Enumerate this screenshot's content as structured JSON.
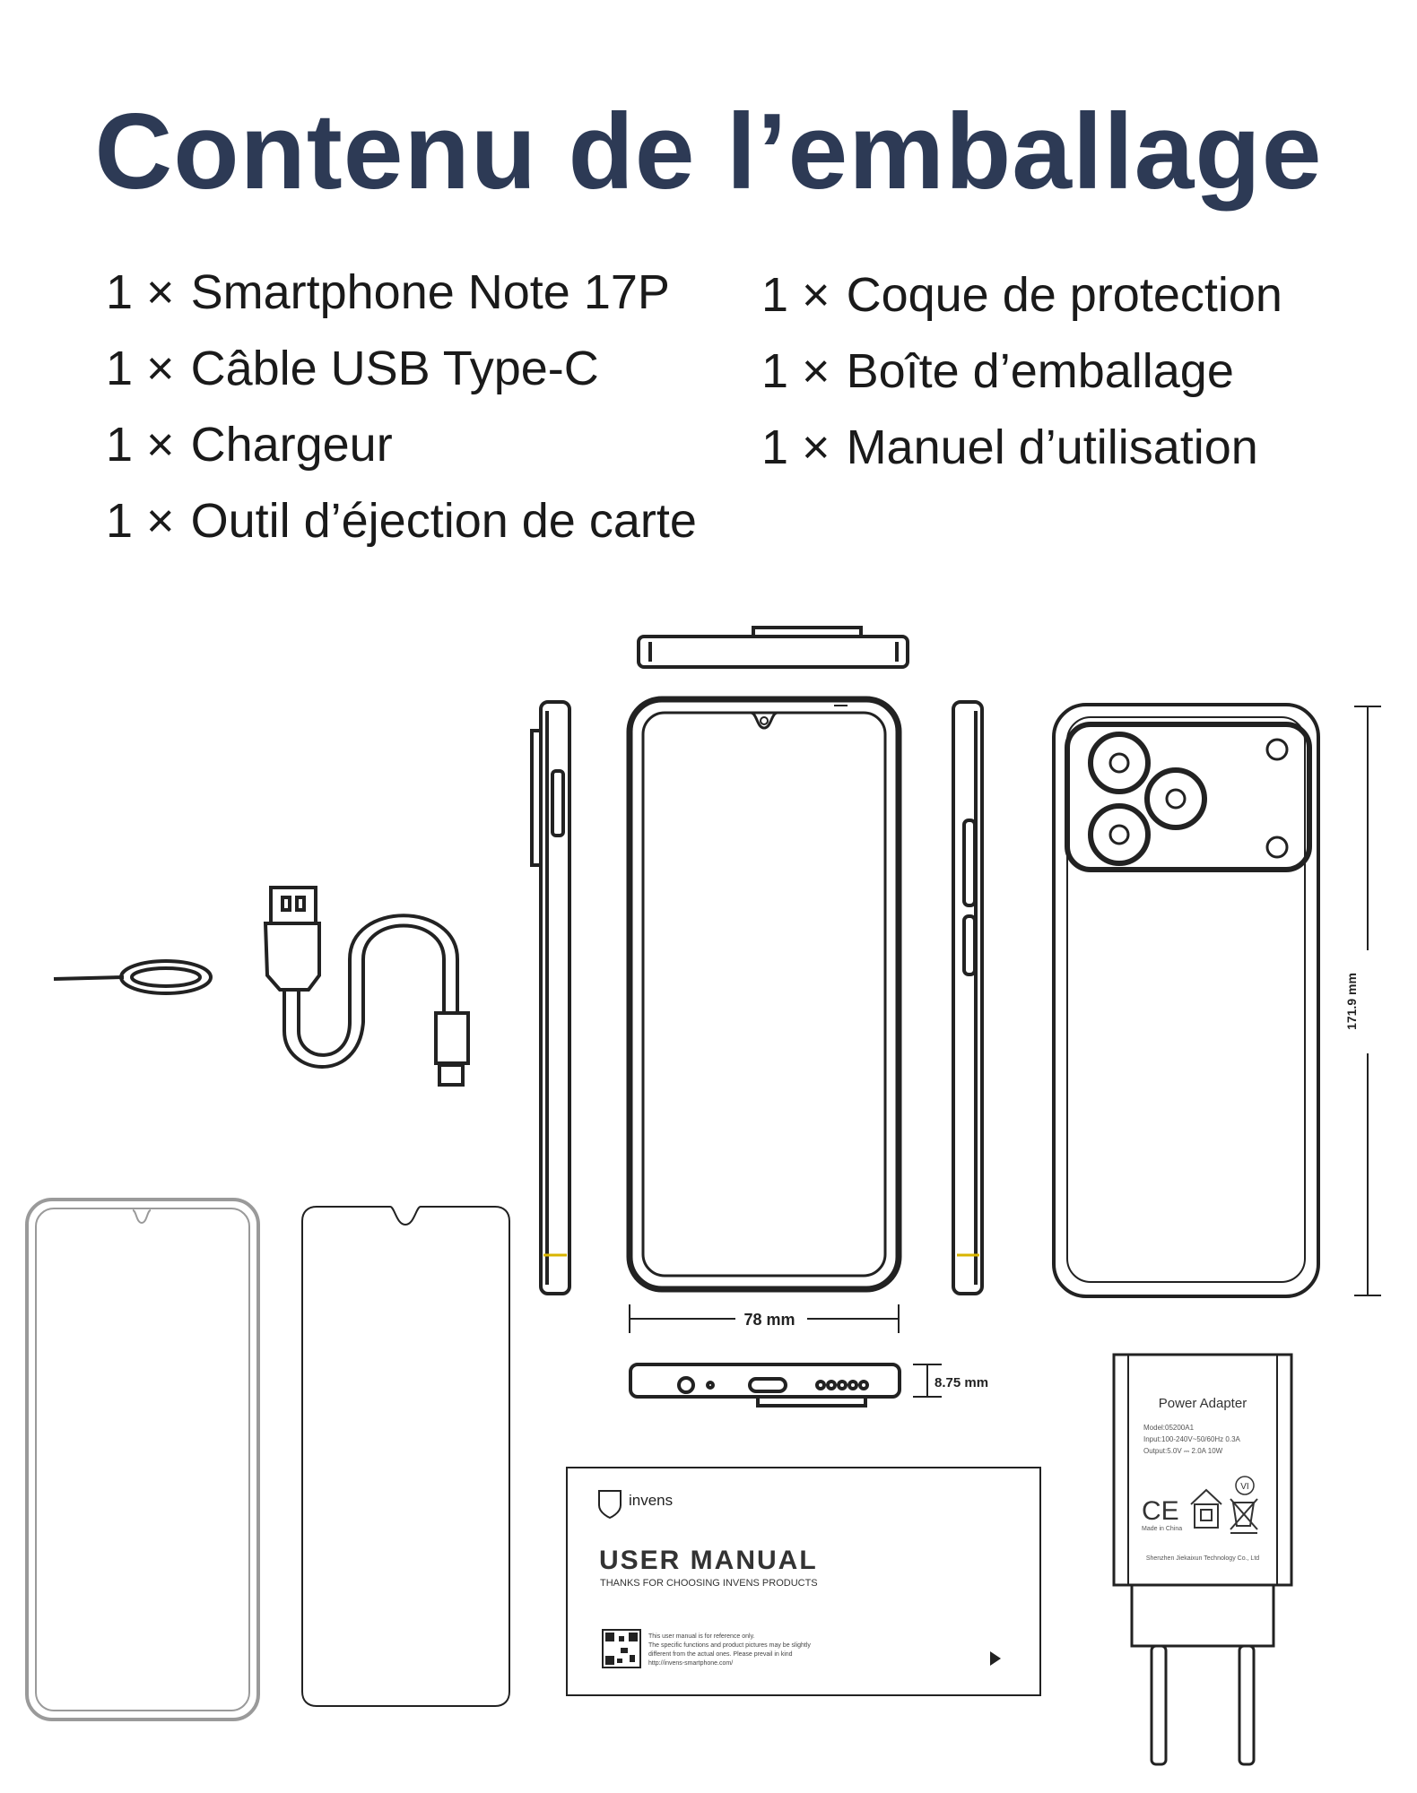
{
  "title": "Contenu de l’emballage",
  "items_left": [
    {
      "qty": "1 ×",
      "label": "Smartphone Note 17P"
    },
    {
      "qty": "1 ×",
      "label": "Câble USB Type-C"
    },
    {
      "qty": "1 ×",
      "label": "Chargeur"
    },
    {
      "qty": "1 ×",
      "label": "Outil d’éjection de carte"
    }
  ],
  "items_right": [
    {
      "qty": "1 ×",
      "label": "Coque de protection"
    },
    {
      "qty": "1 ×",
      "label": "Boîte d’emballage"
    },
    {
      "qty": "1 ×",
      "label": "Manuel d’utilisation"
    }
  ],
  "dimensions": {
    "width": "78 mm",
    "height": "171.9 mm",
    "thickness": "8.75 mm"
  },
  "manual": {
    "brand": "invens",
    "heading": "USER MANUAL",
    "subheading": "THANKS FOR CHOOSING INVENS PRODUCTS",
    "note_lines": [
      "This user manual is for reference only.",
      "The specific functions and product pictures may be slightly",
      "different from the actual ones. Please prevail in kind",
      "http://invens-smartphone.com/"
    ]
  },
  "adapter": {
    "name": "Power Adapter",
    "model": "Model:05200A1",
    "input": "Input:100-240V~50/60Hz 0.3A",
    "output": "Output:5.0V ⎓ 2.0A 10W",
    "origin": "Made in China",
    "mark": "VI",
    "ce": "CE",
    "company": "Shenzhen Jiekaixun Technology Co., Ltd"
  },
  "colors": {
    "title": "#2d3a55",
    "line": "#222222",
    "accent": "#d8b400"
  }
}
